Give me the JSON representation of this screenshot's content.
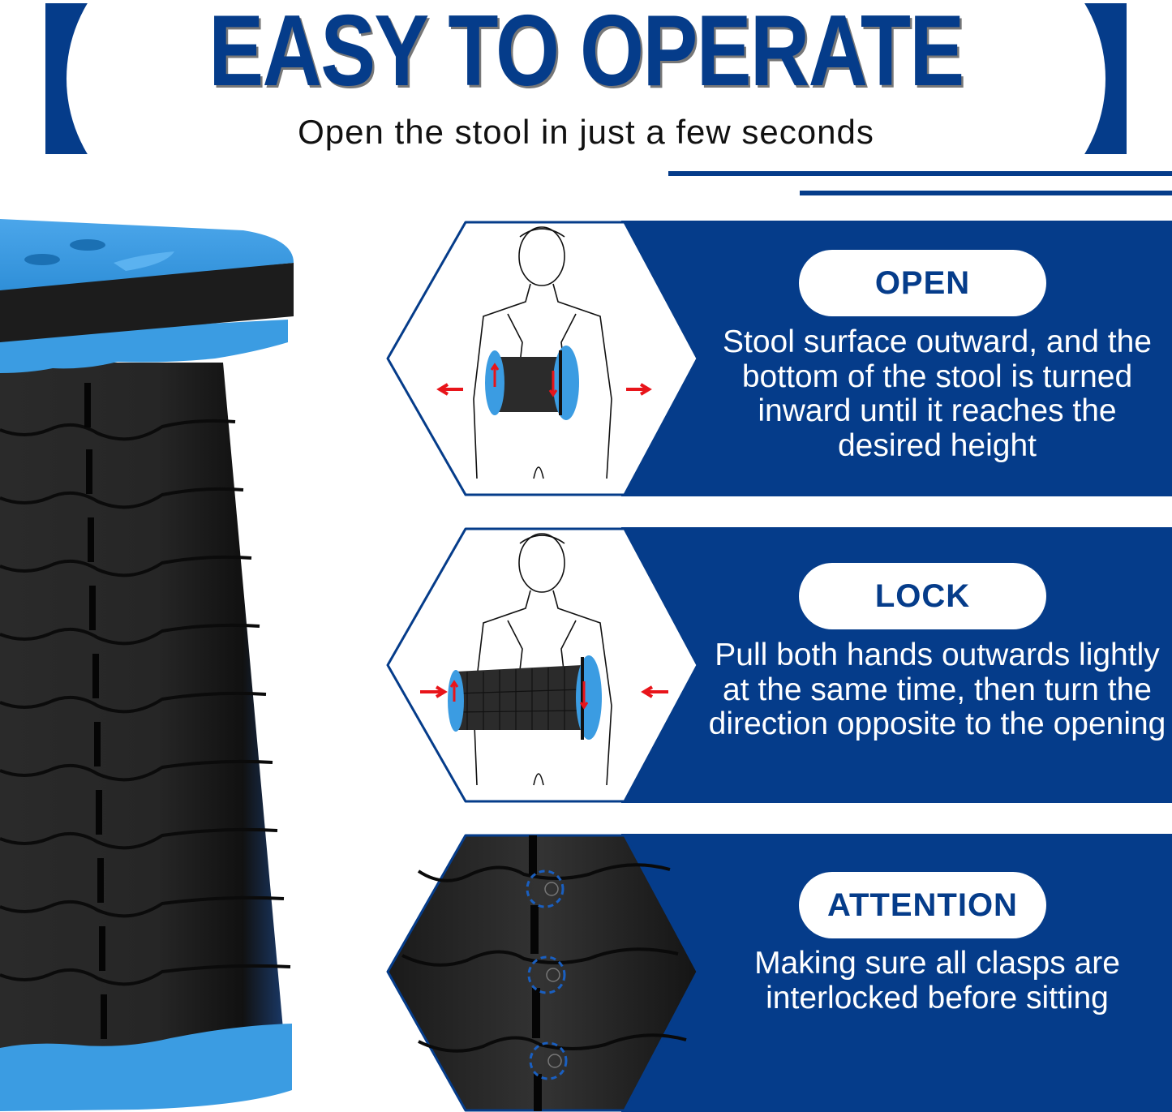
{
  "header": {
    "title": "EASY TO OPERATE",
    "subtitle": "Open the stool in just a few seconds"
  },
  "colors": {
    "brand_blue": "#053c8a",
    "stool_blue": "#3a9be0",
    "stool_black": "#1e1e1e",
    "arrow_red": "#e8141a"
  },
  "product_image": {
    "alt": "Blue and black telescopic collapsible stool, extended"
  },
  "steps": [
    {
      "label": "OPEN",
      "description": "Stool surface outward, and the bottom of the stool is turned inward until it reaches the desired height",
      "illustration": "Person holding stool horizontally, pulling ends outward with red arrows"
    },
    {
      "label": "LOCK",
      "description": "Pull both hands outwards lightly at the same time, then turn the direction opposite to the opening",
      "illustration": "Person holding extended stool, red arrows pointing inward"
    },
    {
      "label": "ATTENTION",
      "description": "Making sure all clasps are interlocked before sitting",
      "illustration": "Close-up of stool clasps circled with blue dashed lines"
    }
  ]
}
